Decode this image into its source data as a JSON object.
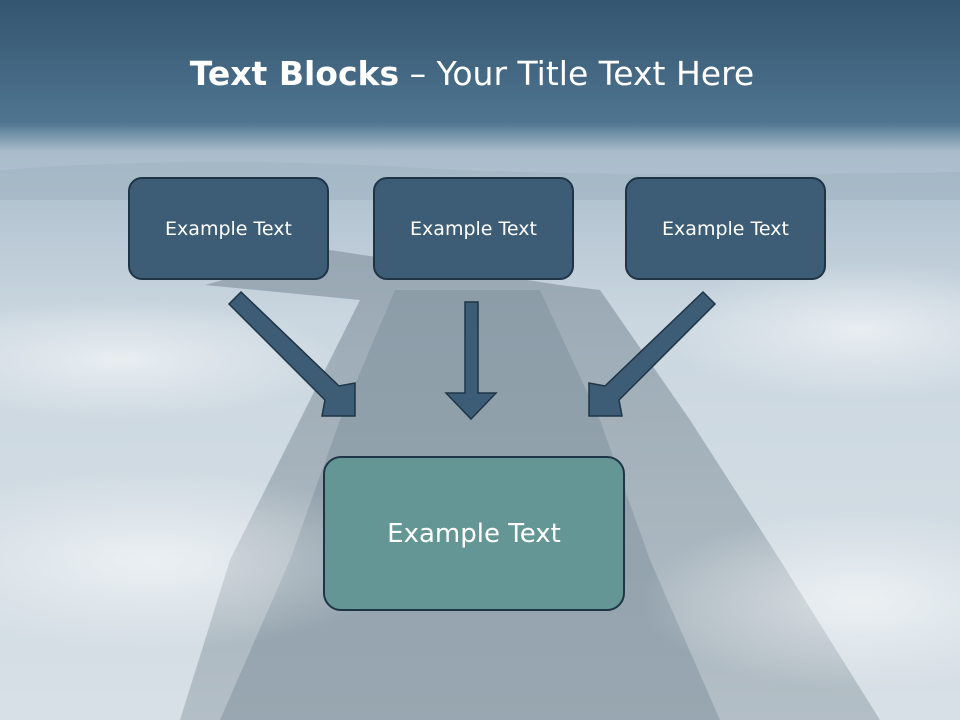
{
  "title": {
    "bold": "Text Blocks",
    "rest": " – Your Title Text Here"
  },
  "boxes": {
    "top_left": "Example Text",
    "top_center": "Example Text",
    "top_right": "Example Text",
    "center": "Example Text"
  },
  "colors": {
    "box_fill": "#3d5d76",
    "box_border": "#1f3546",
    "center_fill": "#659696",
    "arrow": "#3d5d76",
    "header_band": "#426a86"
  }
}
